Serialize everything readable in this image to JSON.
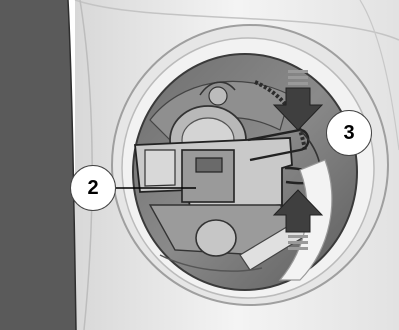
{
  "callouts": [
    {
      "number": "2",
      "target": "connector"
    },
    {
      "number": "3",
      "target": "retaining-clip"
    }
  ],
  "arrows": [
    {
      "direction": "down"
    },
    {
      "direction": "up"
    }
  ],
  "colors": {
    "dark_panel": "#5a5a5a",
    "housing_light": "#ececec",
    "housing_outline": "#b0b0b0",
    "interior_mid": "#7c7c7c",
    "interior_dark": "#555555",
    "arrow_fill": "#3f3f3f",
    "arrow_stripes": "#9a9a9a",
    "leader": "#000000"
  }
}
